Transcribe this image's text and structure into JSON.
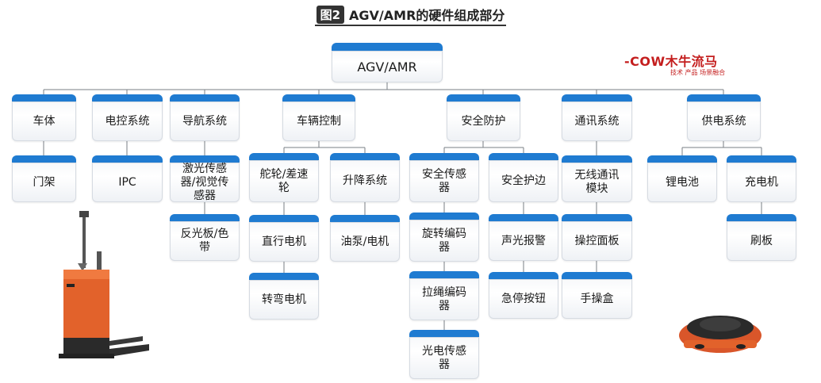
{
  "header": {
    "badge": "图2",
    "title": "AGV/AMR的硬件组成部分"
  },
  "logo": {
    "brand": "-COW木牛流马",
    "slogan": "技术 产品 场景融合",
    "color": "#c41e1e"
  },
  "colors": {
    "accent": "#1f7bd1",
    "connector": "#7a7f86",
    "robot": "#e2622b"
  },
  "diagram": {
    "root": "AGV/AMR",
    "categories": [
      "车体",
      "电控系统",
      "导航系统",
      "车辆控制",
      "安全防护",
      "通讯系统",
      "供电系统"
    ],
    "children": {
      "car_body": [
        "门架"
      ],
      "electric_control": [
        "IPC"
      ],
      "navigation": [
        "激光传感器/视觉传感器",
        "反光板/色带"
      ],
      "vehicle_control": {
        "steering": [
          "舵轮/差速轮",
          "直行电机",
          "转弯电机"
        ],
        "lifting": [
          "升降系统",
          "油泵/电机"
        ]
      },
      "safety": {
        "sensors": [
          "安全传感器",
          "旋转编码器",
          "拉绳编码器",
          "光电传感器"
        ],
        "edge": [
          "安全护边",
          "声光报警",
          "急停按钮"
        ]
      },
      "communication": [
        "无线通讯模块",
        "操控面板",
        "手操盒"
      ],
      "power": [
        "锂电池",
        "充电机",
        "刷板"
      ]
    }
  }
}
